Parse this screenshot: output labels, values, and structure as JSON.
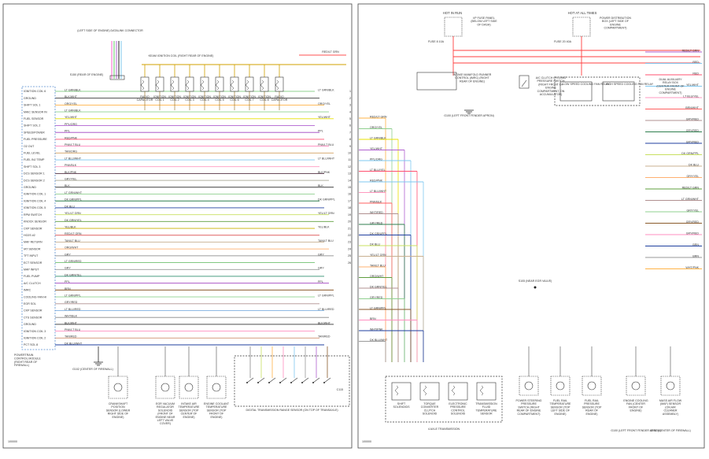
{
  "sheet_left": {
    "pcm_label": "POWERTRAIN CONTROL MODULE (RIGHT REAR OF FIREWALL)",
    "diag_id": "100000",
    "pcm_pins": [
      {
        "label": "IGNITION COIL 6",
        "wire": "LT GRN/BLK",
        "color": "#8fd08f"
      },
      {
        "label": "GROUND",
        "wire": "BLK/WHT",
        "color": "#333333"
      },
      {
        "label": "SHIFT SOL 1",
        "wire": "ORG/YEL",
        "color": "#ffb347"
      },
      {
        "label": "MAIC SENSOR IN",
        "wire": "LT GRN/BLK",
        "color": "#8fd08f"
      },
      {
        "label": "FUEL SENSOR",
        "wire": "YEL/WHT",
        "color": "#e8e000"
      },
      {
        "label": "SHIFT SOL 2",
        "wire": "PPL/ORG",
        "color": "#b060d0"
      },
      {
        "label": "SPEED/POWER",
        "wire": "PPL",
        "color": "#a040c0"
      },
      {
        "label": "FUEL PRESSURE",
        "wire": "RED/PNK",
        "color": "#ff5070"
      },
      {
        "label": "O2 OUT",
        "wire": "PNK/LT BLU",
        "color": "#ff8fc0"
      },
      {
        "label": "FUEL LEVEL",
        "wire": "TAN/ORG",
        "color": "#d2a060"
      },
      {
        "label": "FUEL INJ TEMP",
        "wire": "LT BLU/WHT",
        "color": "#7fc8f0"
      },
      {
        "label": "SHIFT SOL 3",
        "wire": "PNK/BLK",
        "color": "#ff9ac0"
      },
      {
        "label": "DCS SENSOR 1",
        "wire": "BLK/PNK",
        "color": "#553344"
      },
      {
        "label": "DCS SENSOR 2",
        "wire": "GRY/YEL",
        "color": "#b0b0a0"
      },
      {
        "label": "GROUND",
        "wire": "BLK",
        "color": "#222222"
      },
      {
        "label": "IGNITION COIL 1",
        "wire": "LT GRN/WHT",
        "color": "#8fd08f"
      },
      {
        "label": "IGNITION COIL 4",
        "wire": "DK GRN/PPL",
        "color": "#2f7f4f"
      },
      {
        "label": "IGNITION COIL 5",
        "wire": "DK BLU",
        "color": "#1f3f9f"
      },
      {
        "label": "RPM SWITCH",
        "wire": "YEL/LT GRN",
        "color": "#c8e060"
      },
      {
        "label": "KNOCK SENSOR",
        "wire": "DK GRN/YEL",
        "color": "#5f9f3f"
      },
      {
        "label": "CKP SENSOR",
        "wire": "YEL/BLK",
        "color": "#c8b000"
      },
      {
        "label": "HO2S #2",
        "wire": "RED/LT GRN",
        "color": "#e06060"
      },
      {
        "label": "MAF RETURN",
        "wire": "TAN/LT BLU",
        "color": "#c8b090"
      },
      {
        "label": "IAT SENSOR",
        "wire": "ORG/WHT",
        "color": "#ffb070"
      },
      {
        "label": "TFT INPUT",
        "wire": "GRY",
        "color": "#9a9a9a"
      },
      {
        "label": "ECT SENSOR",
        "wire": "LT GRN/RED",
        "color": "#70c070"
      },
      {
        "label": "MAP INPUT",
        "wire": "GRY",
        "color": "#9a9a9a"
      },
      {
        "label": "FUEL PUMP",
        "wire": "DK GRN/TEL",
        "color": "#2f8f6f"
      },
      {
        "label": "A/C CLUTCH",
        "wire": "PPL",
        "color": "#a040c0"
      },
      {
        "label": "IMRC",
        "wire": "BRN",
        "color": "#8b5a2b"
      },
      {
        "label": "COOLING FAN HI",
        "wire": "LT GRN/PPL",
        "color": "#8fd08f"
      },
      {
        "label": "EGR SOL",
        "wire": "GRY/RED",
        "color": "#b09090"
      },
      {
        "label": "CKP SENSOR",
        "wire": "LT BLU/RED",
        "color": "#7fb0e0"
      },
      {
        "label": "CTS SENSOR",
        "wire": "WHT/BLK",
        "color": "#888888"
      },
      {
        "label": "GROUND",
        "wire": "BLK/WHT",
        "color": "#333333"
      },
      {
        "label": "IGNITION COIL 3",
        "wire": "PNK/LT BLU",
        "color": "#ff8fc0"
      },
      {
        "label": "IGNITION COIL 2",
        "wire": "TAN/RED",
        "color": "#d09070"
      },
      {
        "label": "PCT SOL 8",
        "wire": "DK BLU/WHT",
        "color": "#1f3f9f"
      }
    ],
    "ignition_coils_label": "IGNITION COIL (RIGHT REAR OF ENGINE)",
    "spark_plug_labels": [
      "RADIO CAPACITOR",
      "IGNITION COIL 1",
      "IGNITION COIL 2",
      "IGNITION COIL 3",
      "IGNITION COIL 4",
      "IGNITION COIL 5",
      "IGNITION COIL 6",
      "IGNITION COIL 7",
      "IGNITION COIL 8",
      "RADIO CAPACITOR"
    ],
    "splice_label": "S150 (REAR OF ENGINE)",
    "ground_label": "G102 (CENTER OF FIREWALL)",
    "left_connector_label": "(LEFT SIDE OF ENGINE) DATALINK CONNECTOR",
    "bottom_components": [
      "CRANKSHAFT POSITION SENSOR (LOWER RIGHT SIDE OF ENGINE)",
      "EGR VACUUM REGULATOR SOLENOID (FRONT OF ENGINE NEAR LEFT VALVE COVER)",
      "INTAKE AIR TEMPERATURE SENSOR (TOP CENTER OF ENGINE)",
      "ENGINE COOLANT TEMPERATURE SENSOR (TOP FRONT OF ENGINE)"
    ],
    "tr_sensor_label": "DIGITAL TRANSMISSION RANGE SENSOR (ON TOP OF TRANSAXLE)",
    "connector_label": "C115",
    "wire_numbers": [
      "1",
      "2",
      "3",
      "4",
      "5",
      "6",
      "7",
      "8",
      "9",
      "10",
      "11",
      "12",
      "13",
      "14",
      "15",
      "16",
      "17",
      "18",
      "19",
      "20",
      "21",
      "22",
      "23",
      "24",
      "25",
      "26"
    ],
    "top_right_wire": "RED/LT GRN",
    "kam_label": "KEAM IGNITION COIL (RIGHT REAR OF ENGINE)"
  },
  "sheet_right": {
    "diag_id": "100000",
    "fuse1_title": "HOT IN RUN",
    "fuse1_name": "I/P FUSE PANEL (BELOW LEFT SIDE OF DASH)",
    "fuse1_label": "FUSE 8 10A",
    "fuse2_title": "HOT AT ALL TIMES",
    "fuse2_name": "POWER DISTRIBUTION BOX (LEFT SIDE OF ENGINE COMPARTMENT)",
    "fuse2_label": "FUSE 20 40A",
    "imrc_label": "INTAKE MANIFOLD RUNNER CONTROL (IMRC) (RIGHT REAR OF ENGINE)",
    "ac_switch_label": "A/C CLUTCH CYCLING PRESSURE SWITCH (RIGHT FRONT OF ENGINE COMPARTMENT, ON ACCUMULATOR)",
    "fan_relay_label": "DUAL AUXILIARY RELAY BOX (CENTER FRONT OF ENGINE COMPARTMENT)",
    "low_fan_label": "LOW SPEED COOLING FAN RELAY",
    "high_fan_label": "HIGH SPEED COOLING FAN RELAY",
    "ground_left_label": "G100 (LEFT FRONT FENDER APRON)",
    "splice_label": "S105 (NEAR EGR VALVE)",
    "transaxle_label": "4 AXLE TRANSMISSION",
    "transaxle_parts": [
      "SHIFT SOLENOIDS",
      "TORQUE CONVERTER CLUTCH SOLENOID",
      "ELECTRONIC PRESSURE CONTROL SOLENOID",
      "TRANSMISSION FLUID TEMPERATURE SENSOR"
    ],
    "other_components": [
      "POWER STEERING PRESSURE SWITCH (RIGHT REAR OF ENGINE COMPARTMENT)",
      "FUEL RAIL TEMPERATURE SENSOR (TOP LEFT SIDE OF ENGINE)",
      "FUEL RAIL PRESSURE SENSOR (TOP REAR OF ENGINE)",
      "ENGINE COOLING FAN (CENTER FRONT OF ENGINE)",
      "MASS AIR FLOW (MAF) SENSOR (ON AIR CLEANER ASSEMBLY)"
    ],
    "bottom_grounds": [
      "G100 (LEFT FRONT FENDER APRON)",
      "G102 (CENTER OF FIREWALL)"
    ],
    "wire_labels": [
      "RED/LT GRN",
      "ORG/YEL",
      "LT GRN/BLK",
      "YEL/WHT",
      "PPL/ORG",
      "LT BLU/YEL",
      "RED/PNK",
      "LT BLU/WHT",
      "PNK/BLK",
      "WHT/RED",
      "GRY/RED",
      "DK GRN/PPL",
      "DK BLU",
      "YEL/LT GRN",
      "TAN/LT BLU",
      "ORG/WHT",
      "DK GRN/YEL",
      "GRY/RED",
      "LT GRN/PPL",
      "BRN",
      "WHT/PNK",
      "DK BLU/WHT"
    ],
    "right_wire_labels": [
      "RED/LT GRN",
      "RED",
      "RED",
      "YEL/WHT",
      "LT BLU/YEL",
      "BRN/WHT",
      "GRY/RED",
      "GRY/RED",
      "GRY/RED",
      "DK GRN/PPL",
      "DK BLU",
      "GRY/YEL",
      "RED/LT GRN",
      "LT GRN/WHT",
      "GRY/YEL",
      "GRY/RED",
      "GRY/RED",
      "BRN",
      "BRN",
      "WHT/PNK"
    ]
  }
}
